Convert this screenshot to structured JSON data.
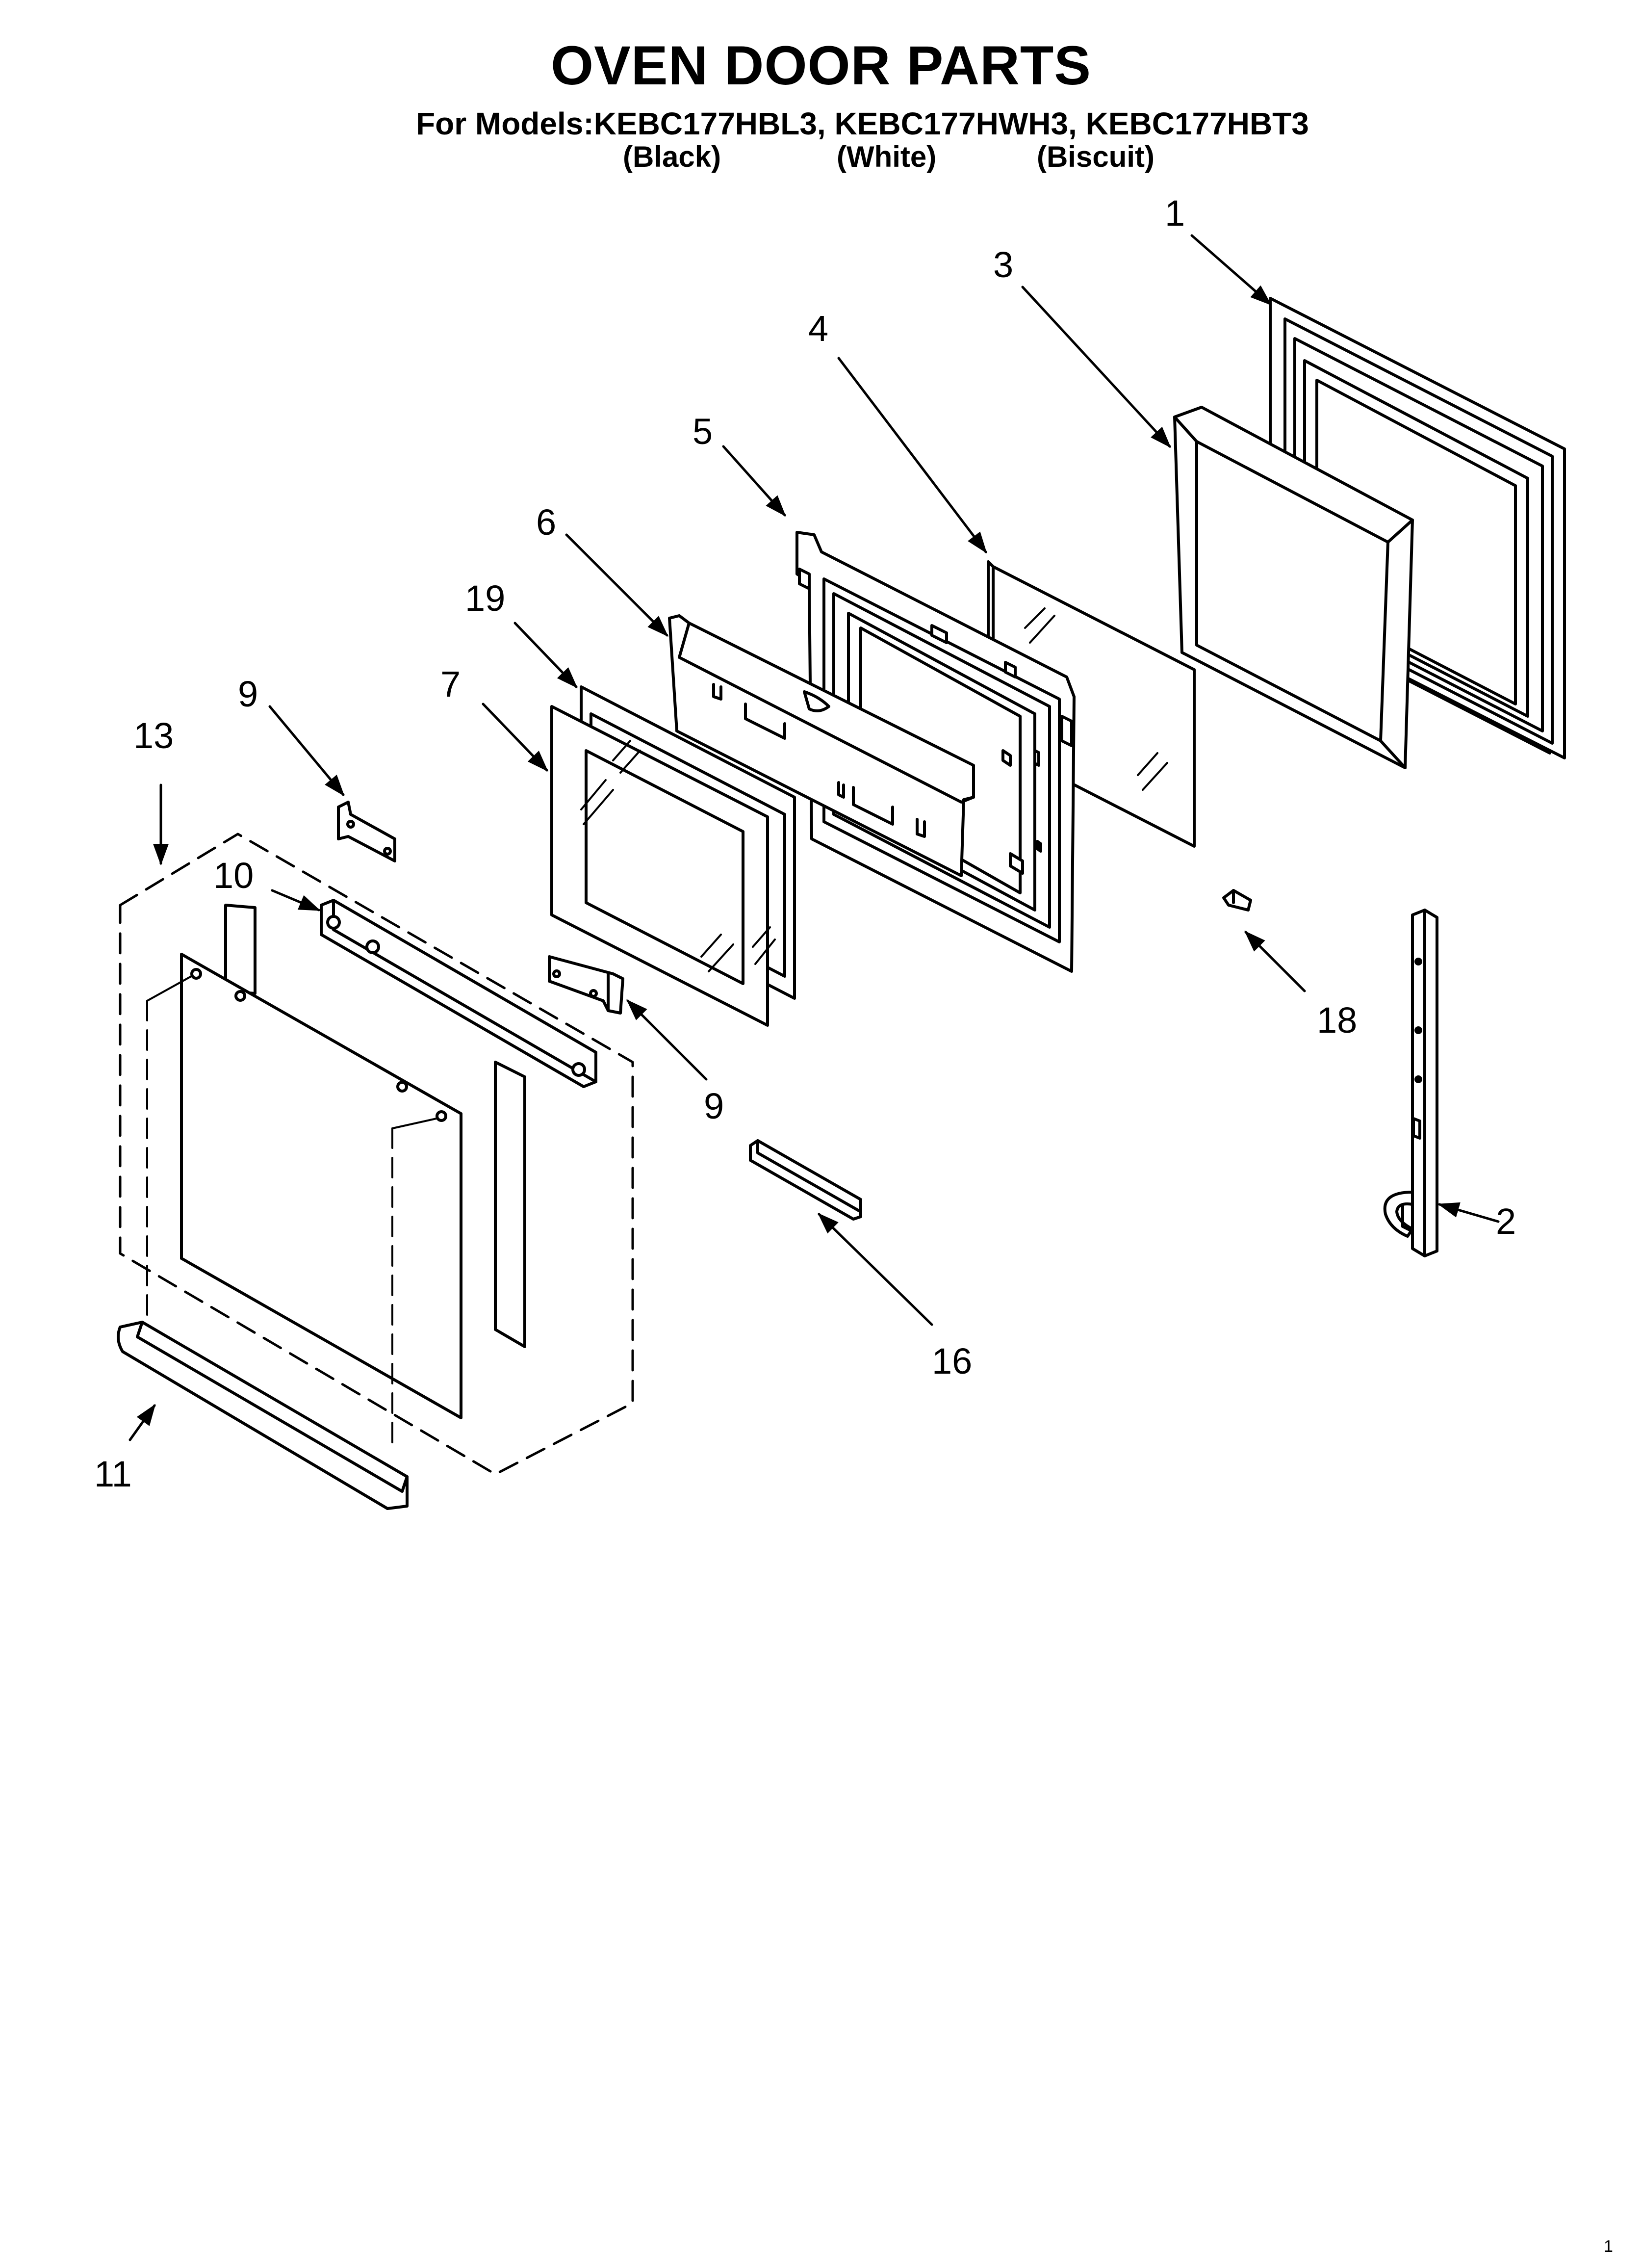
{
  "header": {
    "title": "OVEN DOOR PARTS",
    "models_line": "For Models:KEBC177HBL3, KEBC177HWH3, KEBC177HBT3",
    "colors": [
      "(Black)",
      "(White)",
      "(Biscuit)"
    ]
  },
  "callouts": {
    "c1": "1",
    "c2": "2",
    "c3": "3",
    "c4": "4",
    "c5": "5",
    "c6": "6",
    "c7": "7",
    "c9a": "9",
    "c9b": "9",
    "c10": "10",
    "c11": "11",
    "c13": "13",
    "c16": "16",
    "c18": "18",
    "c19": "19"
  },
  "footer": {
    "page": "1"
  }
}
